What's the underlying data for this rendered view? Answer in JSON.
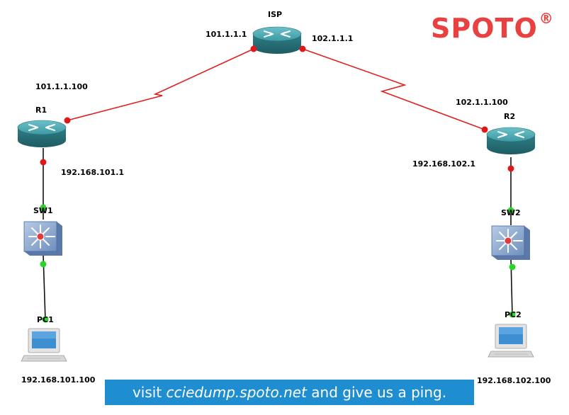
{
  "brand": {
    "name": "SPOTO",
    "mark": "®"
  },
  "banner": {
    "pre": "visit ",
    "url": "cciedump.spoto.net",
    "post": " and give us a ping."
  },
  "devices": {
    "isp": {
      "label": "ISP",
      "type": "router"
    },
    "r1": {
      "label": "R1",
      "type": "router"
    },
    "r2": {
      "label": "R2",
      "type": "router"
    },
    "sw1": {
      "label": "SW1",
      "type": "switch"
    },
    "sw2": {
      "label": "SW2",
      "type": "switch"
    },
    "pc1": {
      "label": "PC1",
      "type": "pc"
    },
    "pc2": {
      "label": "PC2",
      "type": "pc"
    }
  },
  "addresses": {
    "isp_left": "101.1.1.1",
    "isp_right": "102.1.1.1",
    "r1_wan": "101.1.1.100",
    "r2_wan": "102.1.1.100",
    "r1_lan": "192.168.101.1",
    "r2_lan": "192.168.102.1",
    "pc1": "192.168.101.100",
    "pc2": "192.168.102.100"
  },
  "links": [
    {
      "from": "r1",
      "to": "isp",
      "kind": "serial",
      "status": "down"
    },
    {
      "from": "isp",
      "to": "r2",
      "kind": "serial",
      "status": "down"
    },
    {
      "from": "r1",
      "to": "sw1",
      "kind": "ethernet",
      "status": "mixed"
    },
    {
      "from": "r2",
      "to": "sw2",
      "kind": "ethernet",
      "status": "mixed"
    },
    {
      "from": "sw1",
      "to": "pc1",
      "kind": "ethernet",
      "status": "up"
    },
    {
      "from": "sw2",
      "to": "pc2",
      "kind": "ethernet",
      "status": "up"
    }
  ],
  "colors": {
    "brand": "#e8413f",
    "banner": "#1f8ed1",
    "serial": "#e02020",
    "port_down": "#e01818",
    "port_up": "#27d627",
    "router": "#3a8e96",
    "switch": "#6f8fb8"
  }
}
